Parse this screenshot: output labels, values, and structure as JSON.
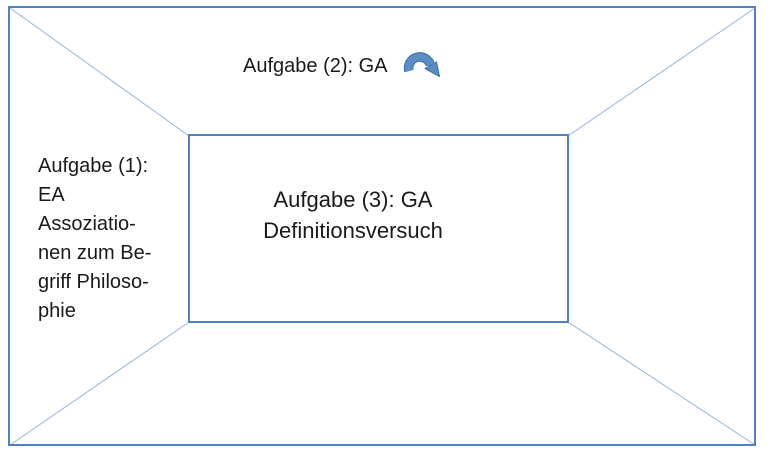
{
  "colors": {
    "border": "#4f81bd",
    "diagonal": "#95b3d7",
    "arrow_fill": "#5b8dc5",
    "arrow_outline": "#3c6da3",
    "text": "#1a1a1a"
  },
  "canvas": {
    "top_label": {
      "text": "Aufgabe (2): GA"
    },
    "icons": {
      "curved_arrow": "curved-arrow-icon"
    },
    "left_note": {
      "lines": [
        "Aufgabe (1):",
        "EA",
        "Assoziatio-",
        "nen zum Be-",
        "griff Philoso-",
        "phie"
      ]
    },
    "center_box": {
      "line1": "Aufgabe (3): GA",
      "line2": "Definitionsversuch"
    }
  }
}
